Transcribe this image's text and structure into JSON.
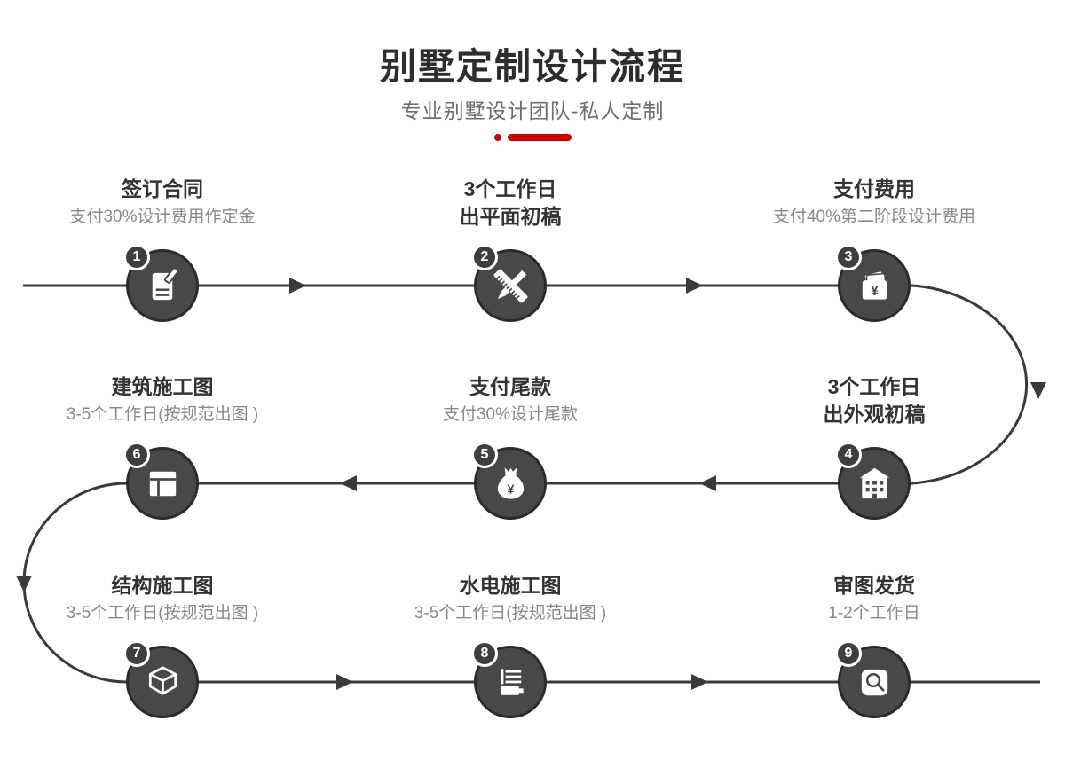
{
  "page": {
    "title": "别墅定制设计流程",
    "subtitle": "专业别墅设计团队-私人定制",
    "colors": {
      "accent_red": "#cc0000",
      "circle_fill": "#484848",
      "circle_ring": "#2b2b2b",
      "line": "#3a3a3a",
      "title_text": "#2d2d2d",
      "step_title_text": "#333333",
      "step_subtitle_text": "#898989"
    }
  },
  "steps": [
    {
      "number": "1",
      "title": "签订合同",
      "subtitle": "支付30%设计费用作定金",
      "icon": "contract-icon"
    },
    {
      "number": "2",
      "title": "3个工作日",
      "subtitle": "出平面初稿",
      "icon": "ruler-pencil-icon"
    },
    {
      "number": "3",
      "title": "支付费用",
      "subtitle": "支付40%第二阶段设计费用",
      "icon": "wallet-icon"
    },
    {
      "number": "4",
      "title": "3个工作日",
      "subtitle": "出外观初稿",
      "icon": "building-icon"
    },
    {
      "number": "5",
      "title": "支付尾款",
      "subtitle": "支付30%设计尾款",
      "icon": "money-bag-icon"
    },
    {
      "number": "6",
      "title": "建筑施工图",
      "subtitle": "3-5个工作日(按规范出图 )",
      "icon": "blueprint-grid-icon"
    },
    {
      "number": "7",
      "title": "结构施工图",
      "subtitle": "3-5个工作日(按规范出图 )",
      "icon": "cube-icon"
    },
    {
      "number": "8",
      "title": "水电施工图",
      "subtitle": "3-5个工作日(按规范出图 )",
      "icon": "pipes-icon"
    },
    {
      "number": "9",
      "title": "审图发货",
      "subtitle": "1-2个工作日",
      "icon": "magnifier-icon"
    }
  ]
}
